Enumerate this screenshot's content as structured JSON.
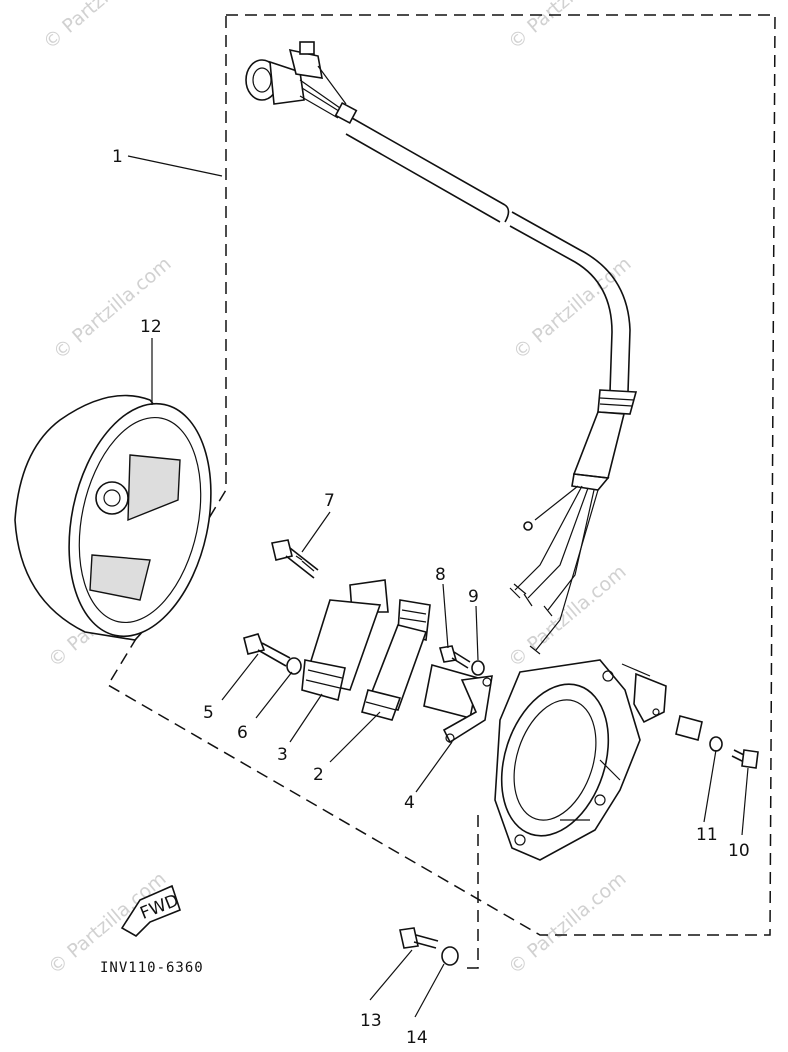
{
  "watermark": "© Partzilla.com",
  "diagram_code": "INV110-6360",
  "fwd_label": "FWD",
  "callouts": [
    {
      "id": "1",
      "text": "1"
    },
    {
      "id": "2",
      "text": "2"
    },
    {
      "id": "3",
      "text": "3"
    },
    {
      "id": "4",
      "text": "4"
    },
    {
      "id": "5",
      "text": "5"
    },
    {
      "id": "6",
      "text": "6"
    },
    {
      "id": "7",
      "text": "7"
    },
    {
      "id": "8",
      "text": "8"
    },
    {
      "id": "9",
      "text": "9"
    },
    {
      "id": "10",
      "text": "10"
    },
    {
      "id": "11",
      "text": "11"
    },
    {
      "id": "12",
      "text": "12"
    },
    {
      "id": "13",
      "text": "13"
    },
    {
      "id": "14",
      "text": "14"
    }
  ]
}
